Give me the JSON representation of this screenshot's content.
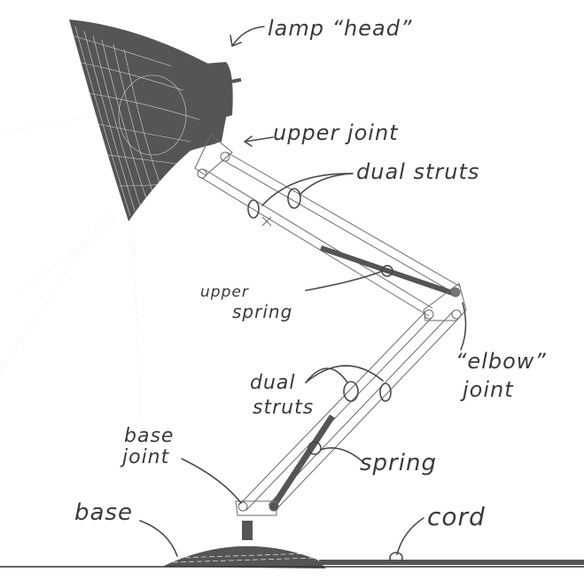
{
  "diagram": {
    "subject": "desk lamp mechanism sketch",
    "colors": {
      "ink": "#4a4a4a",
      "solid": "#555555",
      "background": "#ffffff"
    },
    "labels": {
      "lamp_head": "lamp “head”",
      "upper_joint": "upper joint",
      "dual_struts_upper": "dual struts",
      "upper_spring_1": "upper",
      "upper_spring_2": "spring",
      "elbow_joint_1": "“elbow”",
      "elbow_joint_2": "joint",
      "dual_struts_lower_1": "dual",
      "dual_struts_lower_2": "struts",
      "spring": "spring",
      "base_joint_1": "base",
      "base_joint_2": "joint",
      "base": "base",
      "cord": "cord"
    }
  }
}
